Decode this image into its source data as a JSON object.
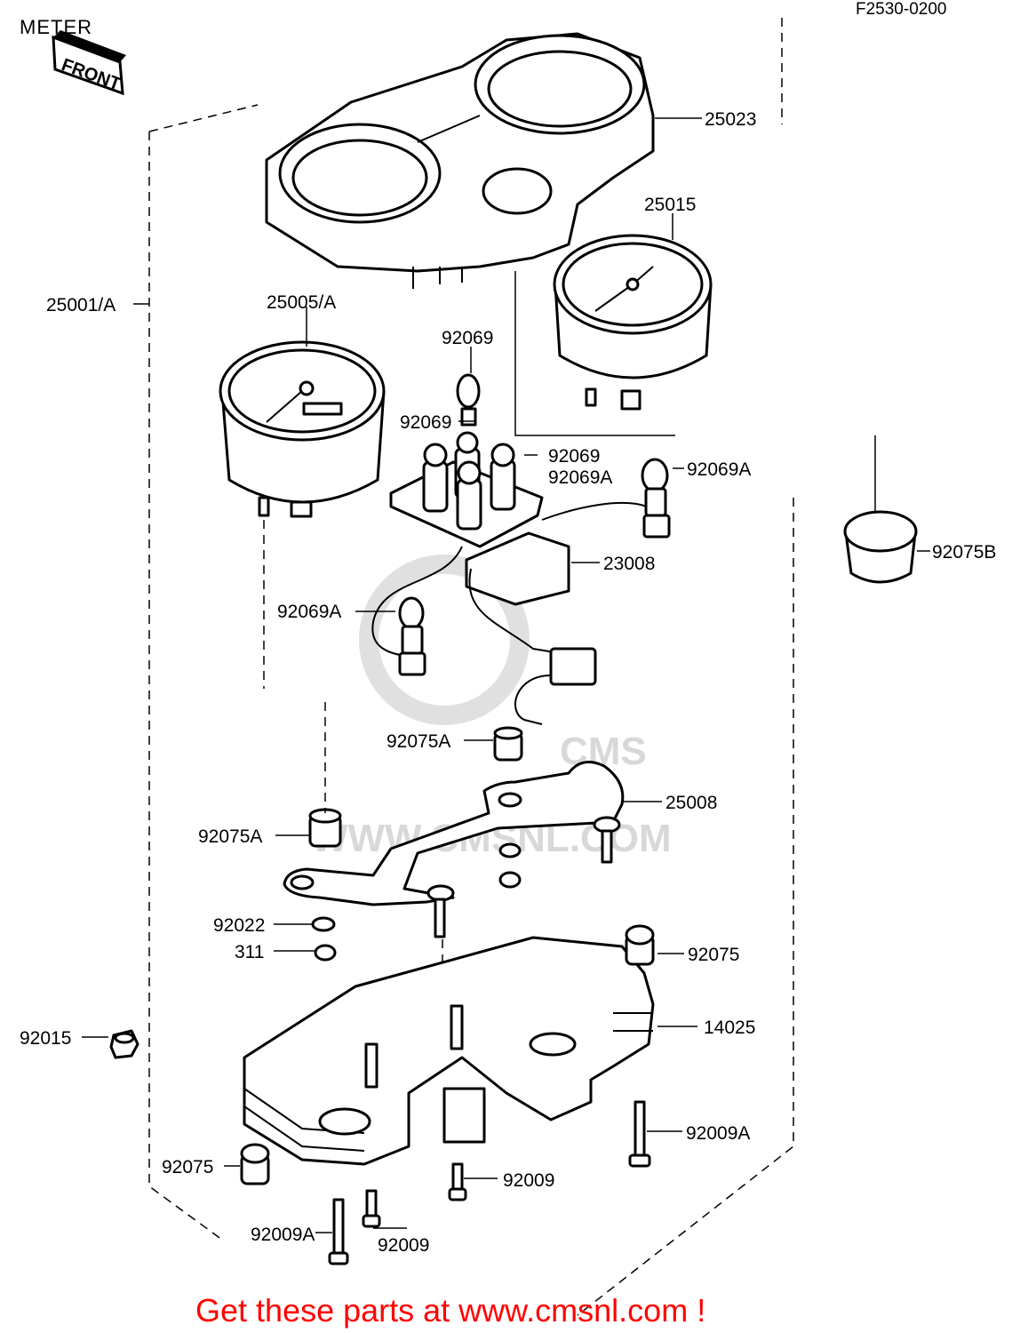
{
  "title": "METER",
  "drawing_code": "F2530-0200",
  "front_mark": "FRONT",
  "watermark": "WWW.CMSNL.COM",
  "footer_link": "Get these parts at www.cmsnl.com !",
  "parts": {
    "p25023": "25023",
    "p25015": "25015",
    "p25001a": "25001/A",
    "p25005a": "25005/A",
    "p92069_a": "92069",
    "p92069_b": "92069",
    "p92069_c": "92069",
    "p92069a_a": "92069A",
    "p92069a_b": "92069A",
    "p92069a_c": "92069A",
    "p23008": "23008",
    "p92075b": "92075B",
    "p92075a_a": "92075A",
    "p92075a_b": "92075A",
    "p25008": "25008",
    "p92022": "92022",
    "p311": "311",
    "p92075_a": "92075",
    "p92075_b": "92075",
    "p14025": "14025",
    "p92015": "92015",
    "p92009a_a": "92009A",
    "p92009a_b": "92009A",
    "p92009_a": "92009",
    "p92009_b": "92009"
  }
}
